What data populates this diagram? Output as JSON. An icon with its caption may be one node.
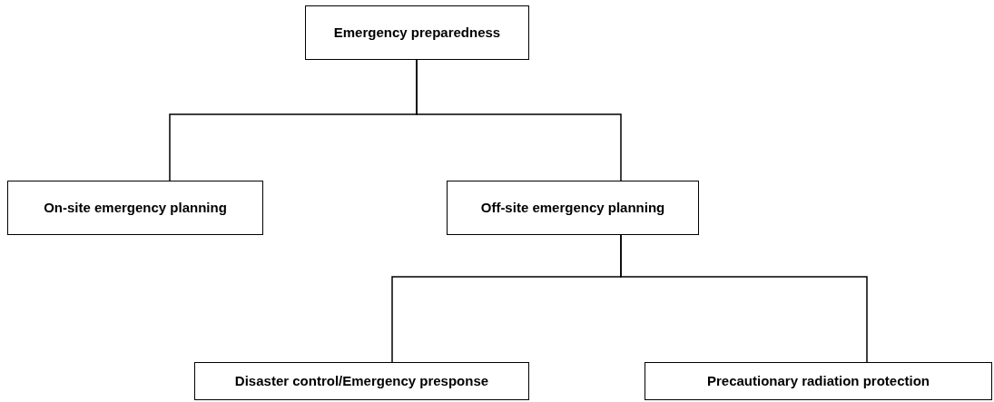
{
  "diagram": {
    "nodes": [
      {
        "text": [
          "Emergency preparedness"
        ]
      },
      {
        "text": [
          "On-site emergency planning"
        ]
      },
      {
        "text": [
          "Off-site emergency planning"
        ]
      },
      {
        "text": [
          "Disaster control/Emergency presponse"
        ]
      },
      {
        "text": [
          "Precautionary radiation protection"
        ]
      }
    ],
    "edges": [
      {
        "from": 0,
        "to": 1,
        "arrow": "none"
      },
      {
        "from": 0,
        "to": 2,
        "arrow": "none"
      },
      {
        "from": 2,
        "to": 3,
        "arrow": "none"
      },
      {
        "from": 2,
        "to": 4,
        "arrow": "none"
      }
    ]
  }
}
